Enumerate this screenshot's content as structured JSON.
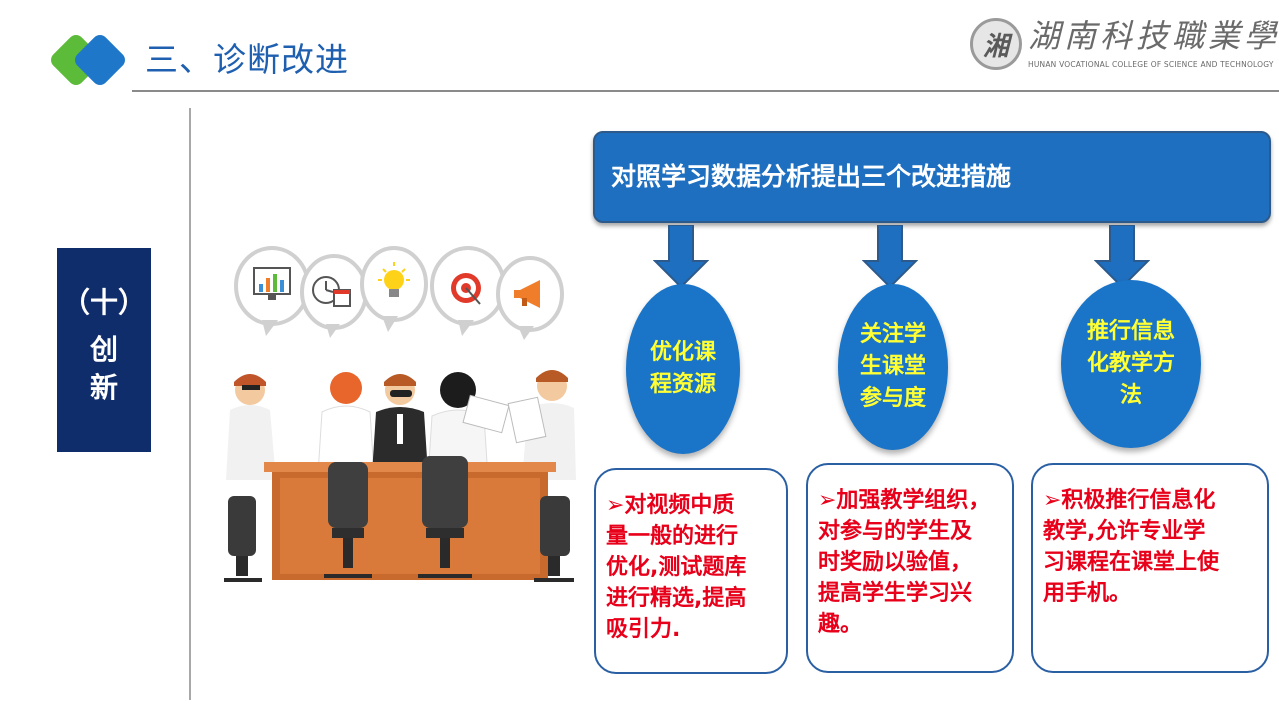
{
  "header": {
    "title": "三、诊断改进",
    "logo_cn": "湖南科技職業學院",
    "logo_en": "HUNAN VOCATIONAL COLLEGE OF SCIENCE AND TECHNOLOGY"
  },
  "side_label": {
    "line1": "（十）",
    "line2": "创",
    "line3": "新"
  },
  "banner": {
    "text": "对照学习数据分析提出三个改进措施"
  },
  "measures": [
    {
      "circle_lines": [
        "优化课",
        "程资源"
      ],
      "box_lines": [
        "➢对视频中质",
        "量一般的进行",
        "优化,测试题库",
        "进行精选,提高",
        "吸引力."
      ]
    },
    {
      "circle_lines": [
        "关注学",
        "生课堂",
        "参与度"
      ],
      "box_lines": [
        "➢加强教学组织，",
        "对参与的学生及",
        "时奖励以验值，",
        "提高学生学习兴",
        "趣。"
      ]
    },
    {
      "circle_lines": [
        "推行信息",
        "化教学方",
        "法"
      ],
      "box_lines": [
        "➢积极推行信息化",
        "教学,允许专业学",
        "习课程在课堂上使",
        "用手机。"
      ]
    }
  ],
  "colors": {
    "brand_blue": "#1e6fc0",
    "navy": "#0f2c6b",
    "accent_green": "#5dbb3a",
    "circle_text": "#ffff33",
    "box_text": "#e8001a"
  },
  "illustration": {
    "icons": [
      "chart-icon",
      "clock-calendar-icon",
      "lightbulb-icon",
      "target-icon",
      "megaphone-icon"
    ]
  }
}
